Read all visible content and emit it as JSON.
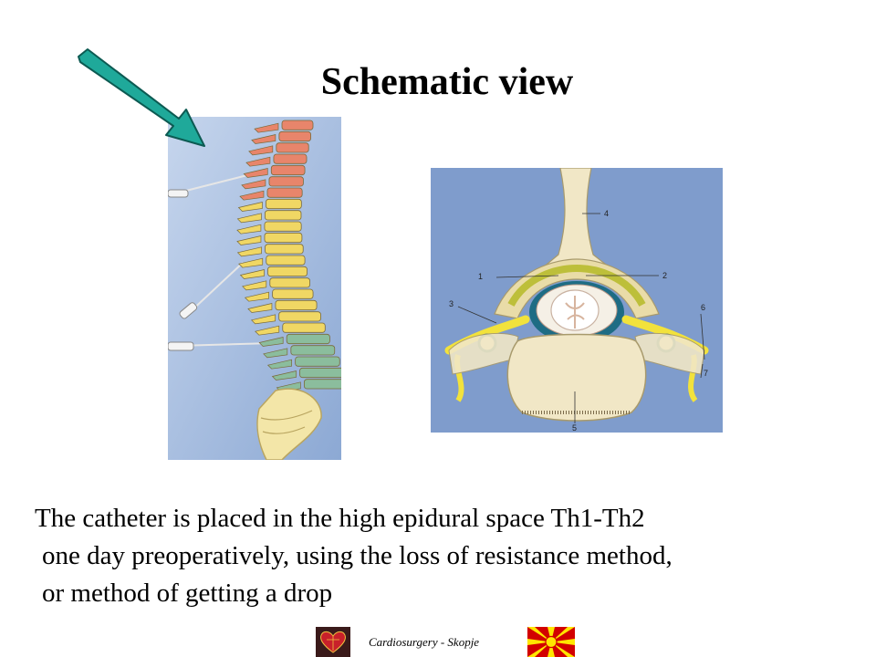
{
  "slide": {
    "title": "Schematic view",
    "body_lines": [
      "The catheter is placed in the high epidural space Th1-Th2",
      "one day preoperatively, using the loss of resistance method,",
      "or method of getting a drop"
    ],
    "footer": "Cardiosurgery - Skopje"
  },
  "figures": {
    "cross_section_labels": [
      "4",
      "1",
      "2",
      "3",
      "6",
      "7",
      "5"
    ]
  },
  "colors": {
    "arrow": "#1fa99a",
    "spine_bg": "#a7bfe3",
    "vertebra_cervical": "#e8856b",
    "vertebra_thoracic": "#f0d764",
    "vertebra_lumbar": "#8bbd9d",
    "sacrum": "#f3e6a8",
    "section_bg": "#7f9ccc",
    "bone": "#f1e7c6",
    "nerve": "#f2e23c"
  },
  "icons": [
    "heart-logo-icon",
    "macedonian-flag-icon",
    "pointer-arrow-icon"
  ]
}
